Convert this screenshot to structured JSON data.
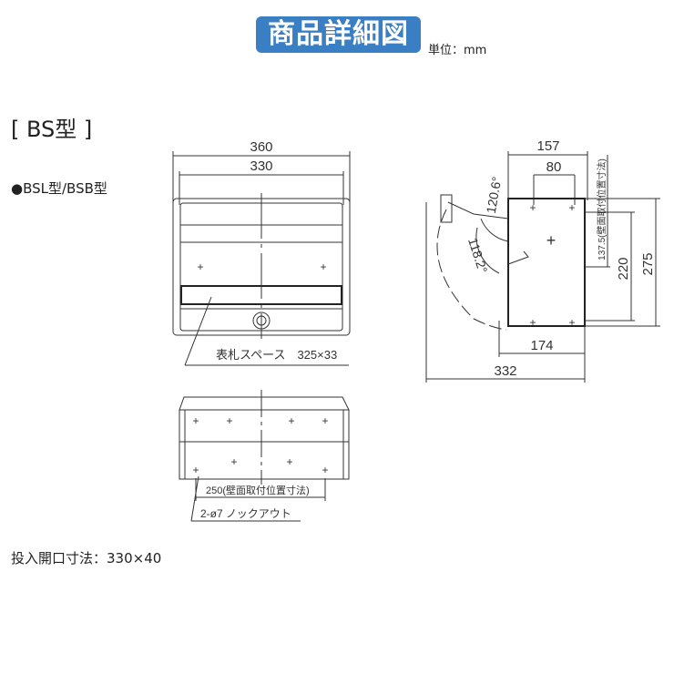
{
  "header": {
    "title": "商品詳細図",
    "unit": "単位：mm"
  },
  "type_label": "[ BS型 ]",
  "model_label": "●BSL型/BSB型",
  "front_view": {
    "dim_outer": "360",
    "dim_inner": "330",
    "nameplate_label": "表札スペース　325×33"
  },
  "bottom_view": {
    "dim_mount": "250(壁面取付位置寸法)",
    "knockout_label": "2-ø7 ノックアウト"
  },
  "side_view": {
    "dim_depth": "157",
    "dim_80": "80",
    "angle_1": "120.6°",
    "angle_2": "118.2°",
    "dim_mount_vertical": "137.5(壁面取付位置寸法)",
    "dim_220": "220",
    "dim_275": "275",
    "dim_174": "174",
    "dim_332": "332"
  },
  "opening_label": "投入開口寸法：330×40"
}
